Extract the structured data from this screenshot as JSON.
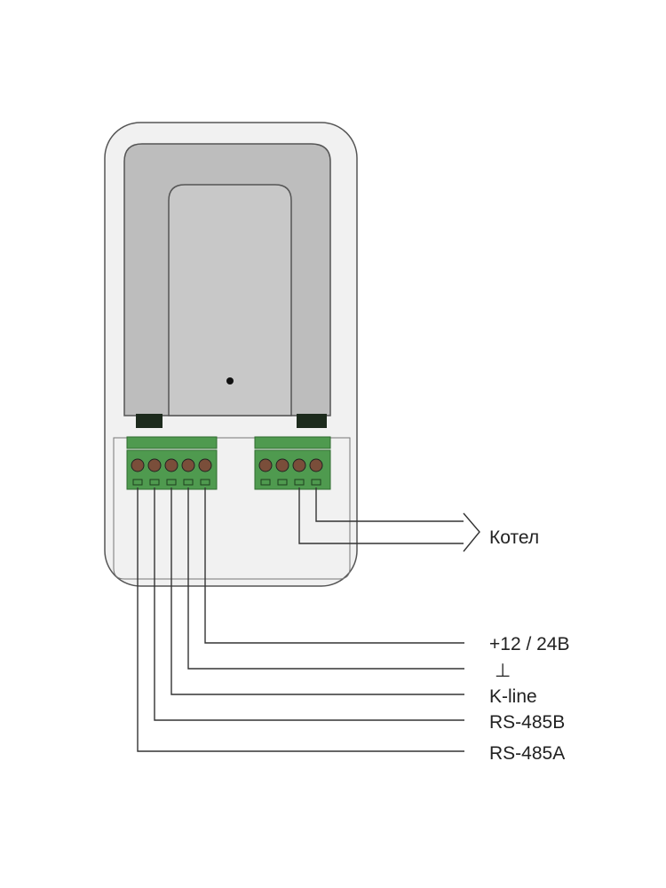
{
  "boiler_label": "Котел",
  "wire_labels": [
    "+12 / 24В",
    "⊥",
    "K-line",
    "RS-485B",
    "RS-485A"
  ],
  "left_terminal_block": {
    "pin_count": 5
  },
  "right_terminal_block": {
    "pin_count": 4
  },
  "colors": {
    "housing_fill": "#f1f1f1",
    "housing_stroke": "#555555",
    "gray_panel": "#bdbdbd",
    "inner_panel": "#c8c8c8",
    "terminal_green": "#4f9a4f",
    "terminal_green_dark": "#2f6b2f",
    "screw": "#7a4e3a",
    "wire": "#333333",
    "dark_tab": "#1d2b1d"
  }
}
